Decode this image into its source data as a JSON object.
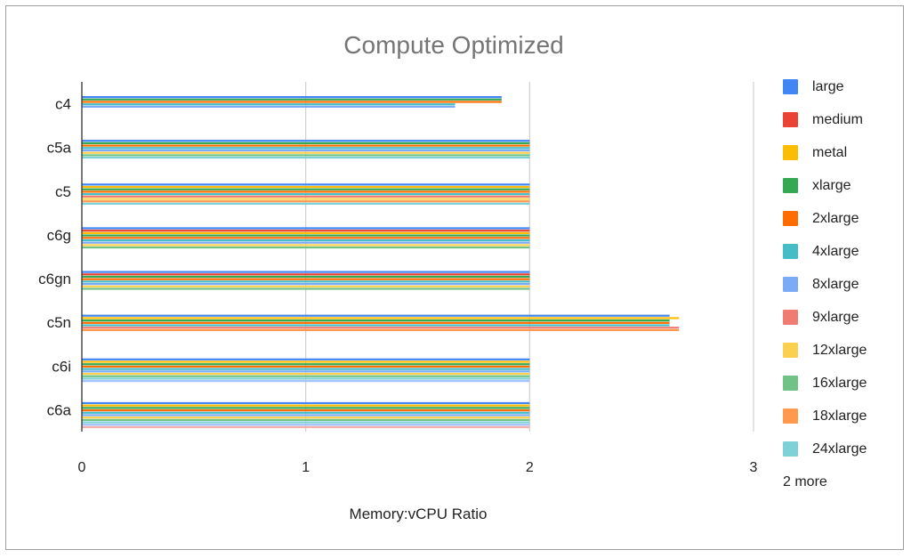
{
  "chart_data": {
    "type": "bar",
    "orientation": "horizontal",
    "title": "Compute Optimized",
    "xlabel": "Memory:vCPU Ratio",
    "ylabel": "",
    "xlim": [
      0,
      3
    ],
    "x_ticks": [
      "0",
      "1",
      "2",
      "3"
    ],
    "grid": true,
    "legend_position": "right",
    "legend_more": "2 more",
    "categories": [
      "c4",
      "c5a",
      "c5",
      "c6g",
      "c6gn",
      "c5n",
      "c6i",
      "c6a"
    ],
    "series": [
      {
        "name": "large",
        "color": "#4285f4",
        "values": [
          1.875,
          2,
          2,
          2,
          2,
          2.625,
          2,
          2
        ]
      },
      {
        "name": "medium",
        "color": "#ea4335",
        "values": [
          null,
          null,
          null,
          2,
          2,
          null,
          null,
          null
        ]
      },
      {
        "name": "metal",
        "color": "#fbbc04",
        "values": [
          null,
          null,
          2,
          2,
          null,
          2.667,
          2,
          2
        ]
      },
      {
        "name": "xlarge",
        "color": "#34a853",
        "values": [
          1.875,
          2,
          2,
          2,
          2,
          2.625,
          2,
          2
        ]
      },
      {
        "name": "2xlarge",
        "color": "#ff6d01",
        "values": [
          1.875,
          2,
          2,
          2,
          2,
          2.625,
          2,
          2
        ]
      },
      {
        "name": "4xlarge",
        "color": "#46bdc6",
        "values": [
          1.667,
          2,
          2,
          2,
          2,
          2.625,
          2,
          2
        ]
      },
      {
        "name": "8xlarge",
        "color": "#7baaf7",
        "values": [
          1.667,
          2,
          null,
          2,
          2,
          null,
          2,
          2
        ]
      },
      {
        "name": "9xlarge",
        "color": "#f07b72",
        "values": [
          null,
          null,
          2,
          null,
          null,
          2.667,
          null,
          null
        ]
      },
      {
        "name": "12xlarge",
        "color": "#fcd04f",
        "values": [
          null,
          2,
          2,
          2,
          2,
          null,
          2,
          2
        ]
      },
      {
        "name": "16xlarge",
        "color": "#71c287",
        "values": [
          null,
          2,
          null,
          2,
          2,
          null,
          2,
          2
        ]
      },
      {
        "name": "18xlarge",
        "color": "#ff994d",
        "values": [
          null,
          null,
          2,
          null,
          null,
          2.667,
          null,
          null
        ]
      },
      {
        "name": "24xlarge",
        "color": "#7ed1d7",
        "values": [
          null,
          2,
          2,
          null,
          null,
          null,
          2,
          2
        ]
      },
      {
        "name": "",
        "color": "#a0c2f9",
        "values": [
          null,
          null,
          null,
          null,
          null,
          null,
          2,
          2
        ]
      },
      {
        "name": "",
        "color": "#f6aea9",
        "values": [
          null,
          null,
          null,
          null,
          null,
          null,
          null,
          2
        ]
      }
    ]
  }
}
